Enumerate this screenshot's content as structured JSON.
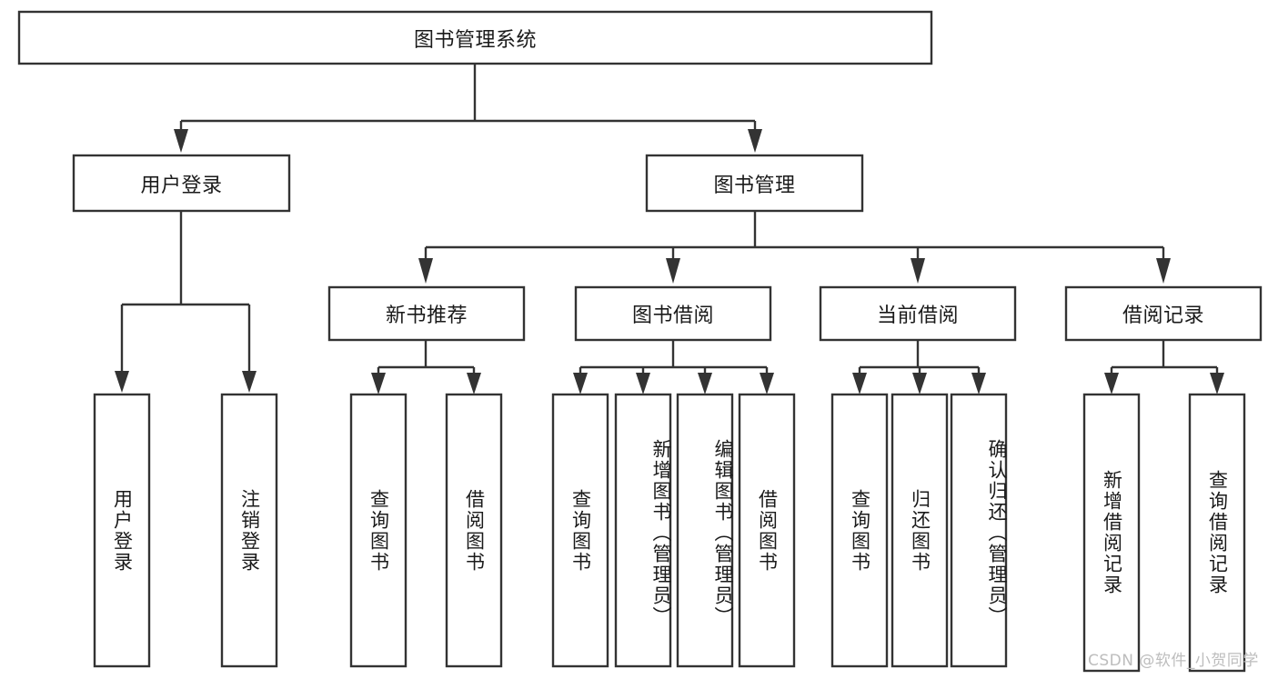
{
  "diagram": {
    "type": "tree-hierarchy",
    "title": "图书管理系统",
    "root": {
      "label": "图书管理系统",
      "level": 1
    },
    "level2": [
      {
        "label": "用户登录"
      },
      {
        "label": "图书管理"
      }
    ],
    "level3": [
      {
        "label": "新书推荐",
        "parent": "图书管理"
      },
      {
        "label": "图书借阅",
        "parent": "图书管理"
      },
      {
        "label": "当前借阅",
        "parent": "图书管理"
      },
      {
        "label": "借阅记录",
        "parent": "图书管理"
      }
    ],
    "leaves": {
      "user_login": [
        {
          "label": "用户登录"
        },
        {
          "label": "注销登录"
        }
      ],
      "new_book_recommend": [
        {
          "label": "查询图书"
        },
        {
          "label": "借阅图书"
        }
      ],
      "book_borrow": [
        {
          "label": "查询图书"
        },
        {
          "label": "新增图书（管理员）"
        },
        {
          "label": "编辑图书（管理员）"
        },
        {
          "label": "借阅图书"
        }
      ],
      "current_borrow": [
        {
          "label": "查询图书"
        },
        {
          "label": "归还图书"
        },
        {
          "label": "确认归还（管理员）"
        }
      ],
      "borrow_record": [
        {
          "label": "新增借阅记录"
        },
        {
          "label": "查询借阅记录"
        }
      ]
    }
  },
  "watermark": {
    "text": "CSDN @软件_小贺同学"
  },
  "colors": {
    "box_stroke": "#333333",
    "box_fill": "#ffffff",
    "text": "#1a1a1a",
    "watermark": "#bdbdbd",
    "background": "#ffffff"
  }
}
